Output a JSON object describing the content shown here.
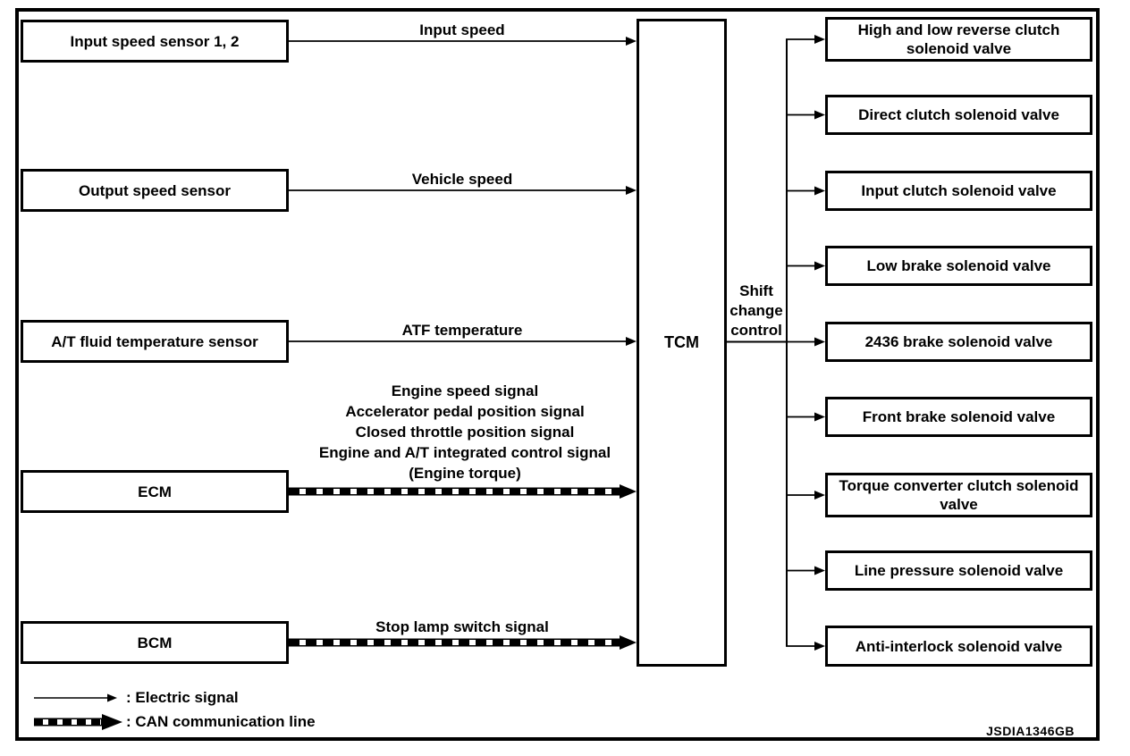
{
  "diagram": {
    "controller": {
      "label": "TCM"
    },
    "sources": [
      {
        "label": "Input speed sensor 1, 2",
        "signal": "Input speed",
        "line_type": "electric"
      },
      {
        "label": "Output speed sensor",
        "signal": "Vehicle speed",
        "line_type": "electric"
      },
      {
        "label": "A/T fluid temperature sensor",
        "signal": "ATF temperature",
        "line_type": "electric"
      },
      {
        "label": "ECM",
        "signal_lines": [
          "Engine speed signal",
          "Accelerator pedal position signal",
          "Closed throttle position signal",
          "Engine and A/T integrated control signal",
          "(Engine torque)"
        ],
        "line_type": "can"
      },
      {
        "label": "BCM",
        "signal": "Stop lamp switch signal",
        "line_type": "can"
      }
    ],
    "shift_control_lines": [
      "Shift",
      "change",
      "control"
    ],
    "outputs": [
      {
        "label": "High and low reverse clutch solenoid valve"
      },
      {
        "label": "Direct clutch solenoid valve"
      },
      {
        "label": "Input clutch solenoid valve"
      },
      {
        "label": "Low brake solenoid valve"
      },
      {
        "label": "2436 brake solenoid valve"
      },
      {
        "label": "Front brake solenoid valve"
      },
      {
        "label": "Torque converter clutch solenoid valve"
      },
      {
        "label": "Line pressure solenoid valve"
      },
      {
        "label": "Anti-interlock solenoid valve"
      }
    ],
    "legend": [
      {
        "label": ": Electric signal",
        "type": "electric"
      },
      {
        "label": ": CAN communication line",
        "type": "can"
      }
    ],
    "figure_code": "JSDIA1346GB",
    "colors": {
      "line": "#000000",
      "background": "#ffffff"
    }
  }
}
